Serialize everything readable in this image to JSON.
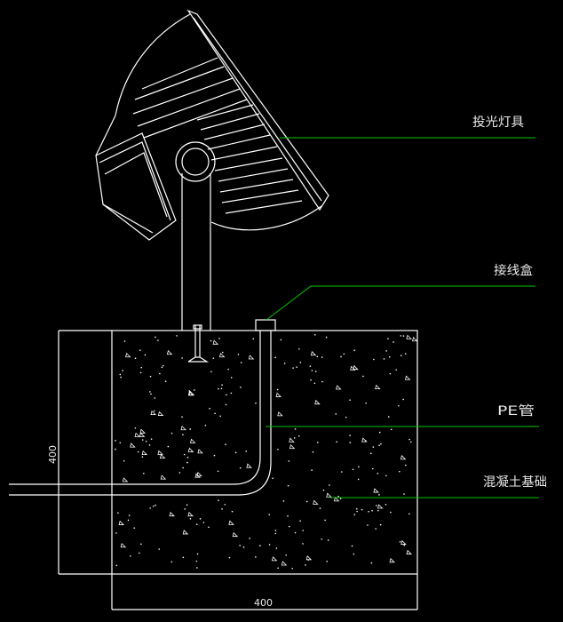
{
  "labels": {
    "floodlight": "投光灯具",
    "junction_box": "接线盒",
    "pe_pipe": "PE管",
    "concrete_base": "混凝土基础"
  },
  "dimensions": {
    "height": "400",
    "width": "400"
  },
  "colors": {
    "background": "#000000",
    "lines": "#ffffff",
    "leaders": "#00c800",
    "text": "#e8e8e8"
  }
}
